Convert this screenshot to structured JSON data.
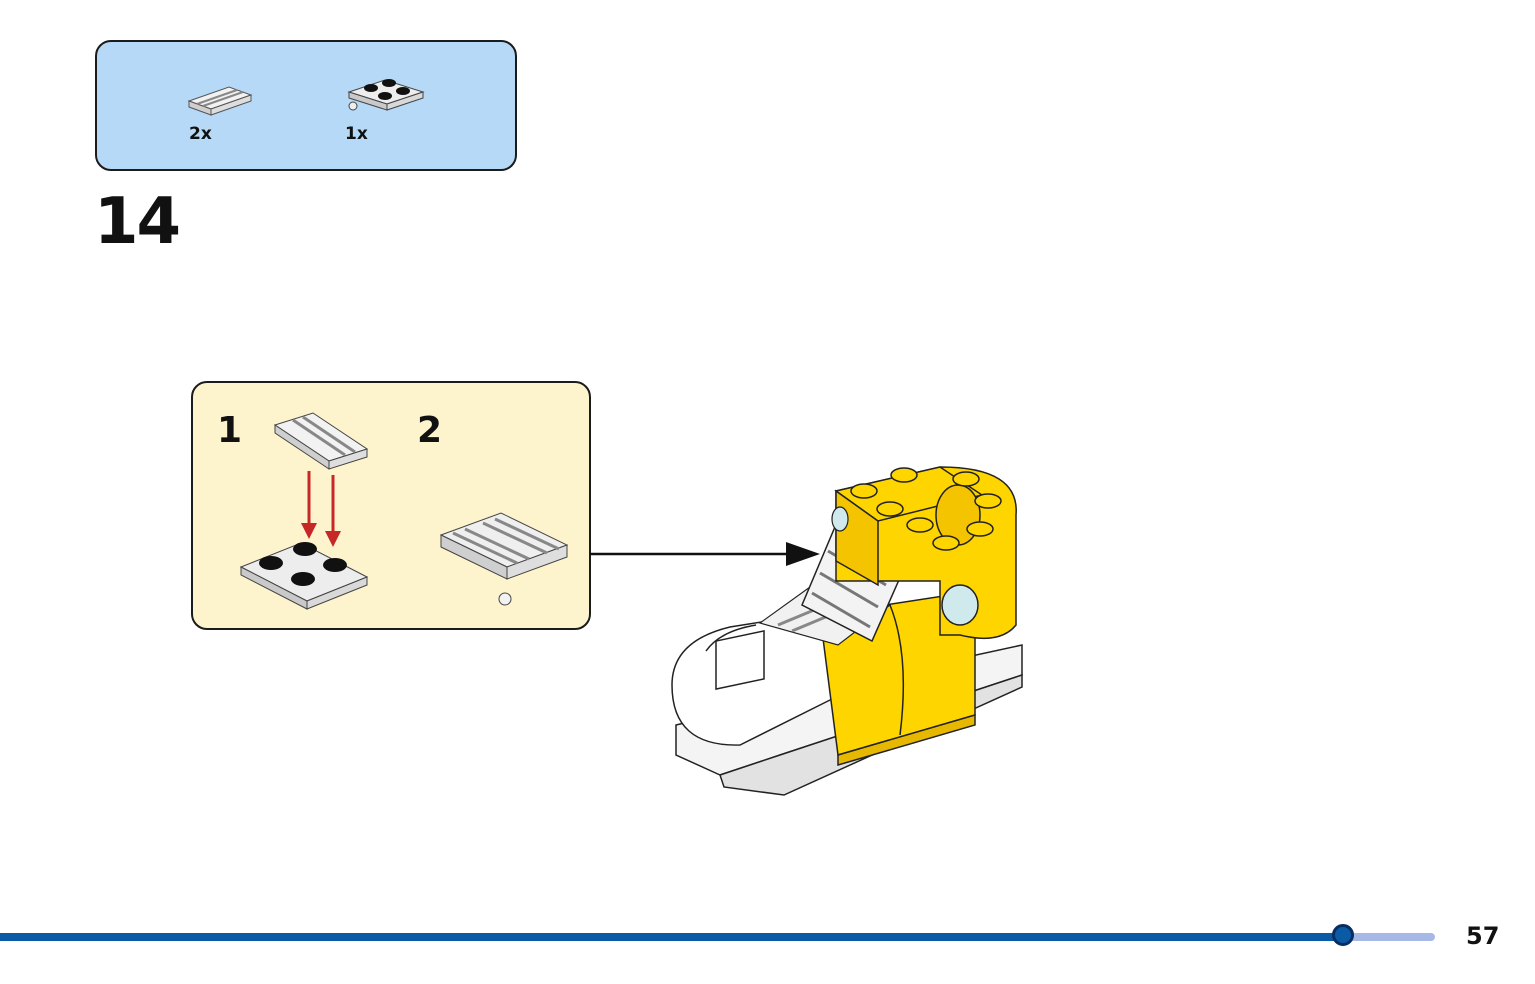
{
  "parts_list": {
    "items": [
      {
        "icon": "white-tile-with-rails",
        "quantity": "2x"
      },
      {
        "icon": "white-2x2-plate-with-pin",
        "quantity": "1x"
      }
    ]
  },
  "step": {
    "number": "14"
  },
  "sub_steps": [
    {
      "number": "1",
      "icon": "tile-onto-plate-assembly"
    },
    {
      "number": "2",
      "icon": "assembled-rail-plate"
    }
  ],
  "assembly_image": {
    "icon": "yellow-sneaker-model"
  },
  "colors": {
    "parts_box": "#b5d9f6",
    "sub_box": "#fdf3cc",
    "progress": "#0a5aa6",
    "progress_remaining": "#a6b9e6",
    "arrow": "#d32f2f",
    "brick_yellow": "#ffd500"
  },
  "footer": {
    "page_number": "57",
    "progress_fraction": 0.876
  }
}
